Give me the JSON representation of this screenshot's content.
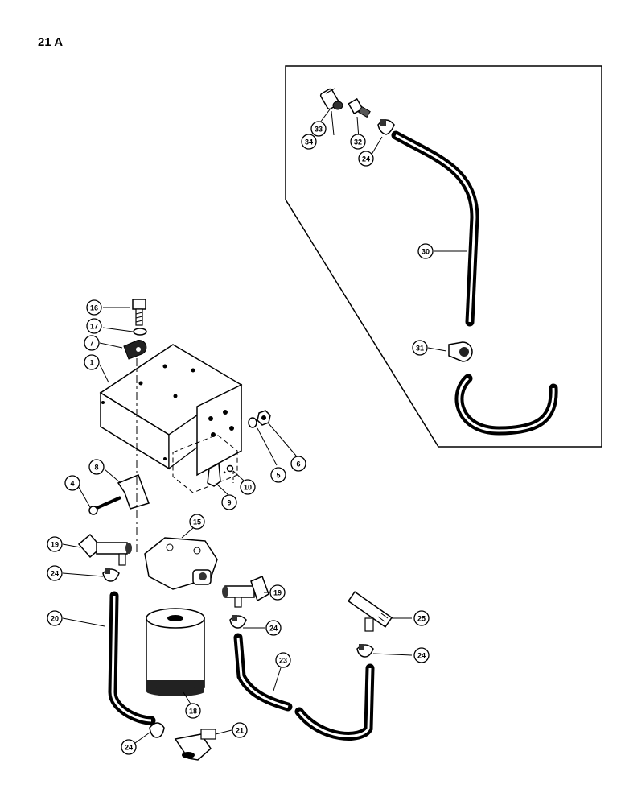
{
  "page": {
    "title": "21 A"
  },
  "callouts": {
    "c1": "1",
    "c4": "4",
    "c5": "5",
    "c6": "6",
    "c7": "7",
    "c8": "8",
    "c9": "9",
    "c10": "10",
    "c15": "15",
    "c16": "16",
    "c17": "17",
    "c18": "18",
    "c19a": "19",
    "c19b": "19",
    "c20": "20",
    "c21": "21",
    "c23": "23",
    "c24a": "24",
    "c24b": "24",
    "c24c": "24",
    "c24d": "24",
    "c24e": "24",
    "c25": "25",
    "c30": "30",
    "c31": "31",
    "c32": "32",
    "c33": "33",
    "c34": "34"
  },
  "parts": [
    {
      "num": "1",
      "part": "bracket"
    },
    {
      "num": "4",
      "part": "bolt"
    },
    {
      "num": "5",
      "part": "lock-washer"
    },
    {
      "num": "6",
      "part": "nut"
    },
    {
      "num": "7",
      "part": "clamp"
    },
    {
      "num": "8",
      "part": "bracket"
    },
    {
      "num": "9",
      "part": "clip"
    },
    {
      "num": "10",
      "part": "screw"
    },
    {
      "num": "15",
      "part": "filter-head"
    },
    {
      "num": "16",
      "part": "bolt"
    },
    {
      "num": "17",
      "part": "lock-washer"
    },
    {
      "num": "18",
      "part": "filter"
    },
    {
      "num": "19",
      "part": "shutoff-valve"
    },
    {
      "num": "20",
      "part": "hose"
    },
    {
      "num": "21",
      "part": "elbow-fitting"
    },
    {
      "num": "23",
      "part": "hose"
    },
    {
      "num": "24",
      "part": "hose-clamp"
    },
    {
      "num": "25",
      "part": "tee-fitting"
    },
    {
      "num": "30",
      "part": "hose"
    },
    {
      "num": "31",
      "part": "clip"
    },
    {
      "num": "32",
      "part": "fitting"
    },
    {
      "num": "33",
      "part": "adapter"
    },
    {
      "num": "34",
      "part": "connector"
    }
  ]
}
